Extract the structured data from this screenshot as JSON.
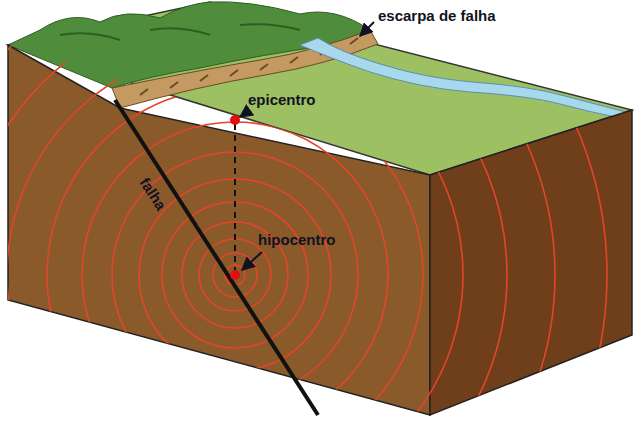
{
  "diagram": {
    "labels": [
      "escarpa de falha",
      "epicentro",
      "falha",
      "hipocentro"
    ]
  }
}
